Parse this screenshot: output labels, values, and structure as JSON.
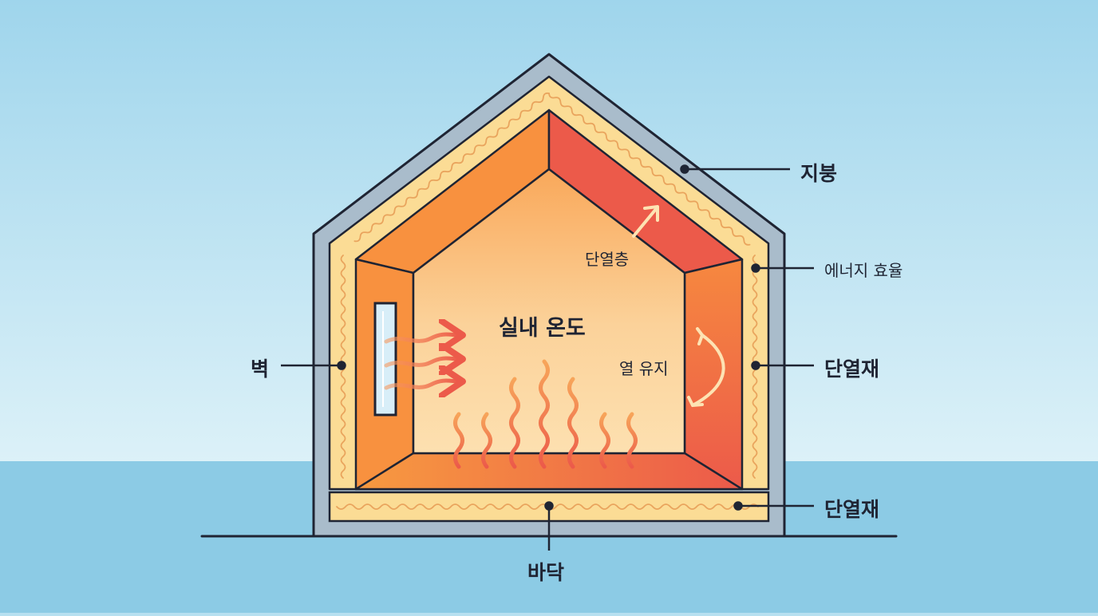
{
  "diagram": {
    "callouts": {
      "roof": "지붕",
      "energy_efficiency": "에너지 효율",
      "insulation_wall": "단열재",
      "insulation_floor": "단열재",
      "wall": "벽",
      "floor": "바닥"
    },
    "interior": {
      "room_temp": "실내 온도",
      "insulation_layer": "단열층",
      "heat_retention": "열 유지"
    }
  },
  "colors": {
    "sky_top": "#9fd5ec",
    "sky_bottom": "#d8eff8",
    "ground": "#8ccbe5",
    "outer_shell": "#a9bccb",
    "insulation": "#fbdc95",
    "wave": "#e9a45d",
    "outline": "#1f2433",
    "warm_orange": "#f7943f",
    "warm_red": "#ec5a4a",
    "interior_light": "#fbd8a0"
  }
}
